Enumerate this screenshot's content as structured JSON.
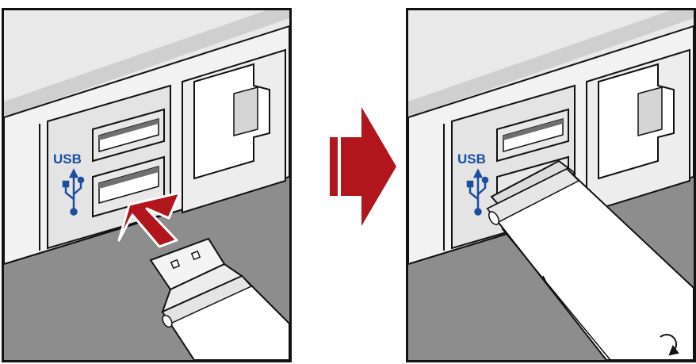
{
  "usb_label": "USB",
  "colors": {
    "usb_blue": "#1a4fa0",
    "arrow_red": "#b0161b",
    "floor_gray": "#8d8d8d",
    "wall_gray": "#d9d9d9",
    "outline": "#111111"
  },
  "steps": [
    {
      "icon": "insert-arrow-icon",
      "state": "usb-stick-before-insertion"
    },
    {
      "icon": "rotate-icon",
      "state": "usb-stick-inserted"
    }
  ]
}
